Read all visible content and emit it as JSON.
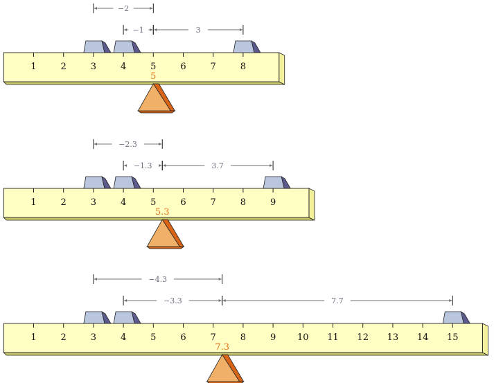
{
  "colors": {
    "beam_face": "#ffffc4",
    "beam_side": "#f2f09a",
    "beam_edge": "#c8c86a",
    "outline": "#222222",
    "weight_face": "#b9c6de",
    "weight_side": "#5c5a8c",
    "fulcrum_light": "#f0b068",
    "fulcrum_dark": "#d86418",
    "fulcrum_label": "#e4701c",
    "dimension": "#707070"
  },
  "seesaws": [
    {
      "ticks": [
        1,
        2,
        3,
        4,
        5,
        6,
        7,
        8
      ],
      "fulcrum": 5,
      "fulcrum_label": "5",
      "weights": [
        3,
        4,
        8
      ],
      "dimensions": [
        {
          "from": 3,
          "to": 5,
          "label": "−2"
        },
        {
          "from": 4,
          "to": 5,
          "label": "−1"
        },
        {
          "from": 5,
          "to": 8,
          "label": "3"
        }
      ]
    },
    {
      "ticks": [
        1,
        2,
        3,
        4,
        5,
        6,
        7,
        8,
        9
      ],
      "fulcrum": 5.3,
      "fulcrum_label": "5.3",
      "weights": [
        3,
        4,
        9
      ],
      "dimensions": [
        {
          "from": 3,
          "to": 5.3,
          "label": "−2.3"
        },
        {
          "from": 4,
          "to": 5.3,
          "label": "−1.3"
        },
        {
          "from": 5.3,
          "to": 9,
          "label": "3.7"
        }
      ]
    },
    {
      "ticks": [
        1,
        2,
        3,
        4,
        5,
        6,
        7,
        8,
        9,
        10,
        11,
        12,
        13,
        14,
        15
      ],
      "fulcrum": 7.3,
      "fulcrum_label": "7.3",
      "weights": [
        3,
        4,
        15
      ],
      "dimensions": [
        {
          "from": 3,
          "to": 7.3,
          "label": "−4.3"
        },
        {
          "from": 4,
          "to": 7.3,
          "label": "−3.3"
        },
        {
          "from": 7.3,
          "to": 15,
          "label": "7.7"
        }
      ]
    }
  ]
}
